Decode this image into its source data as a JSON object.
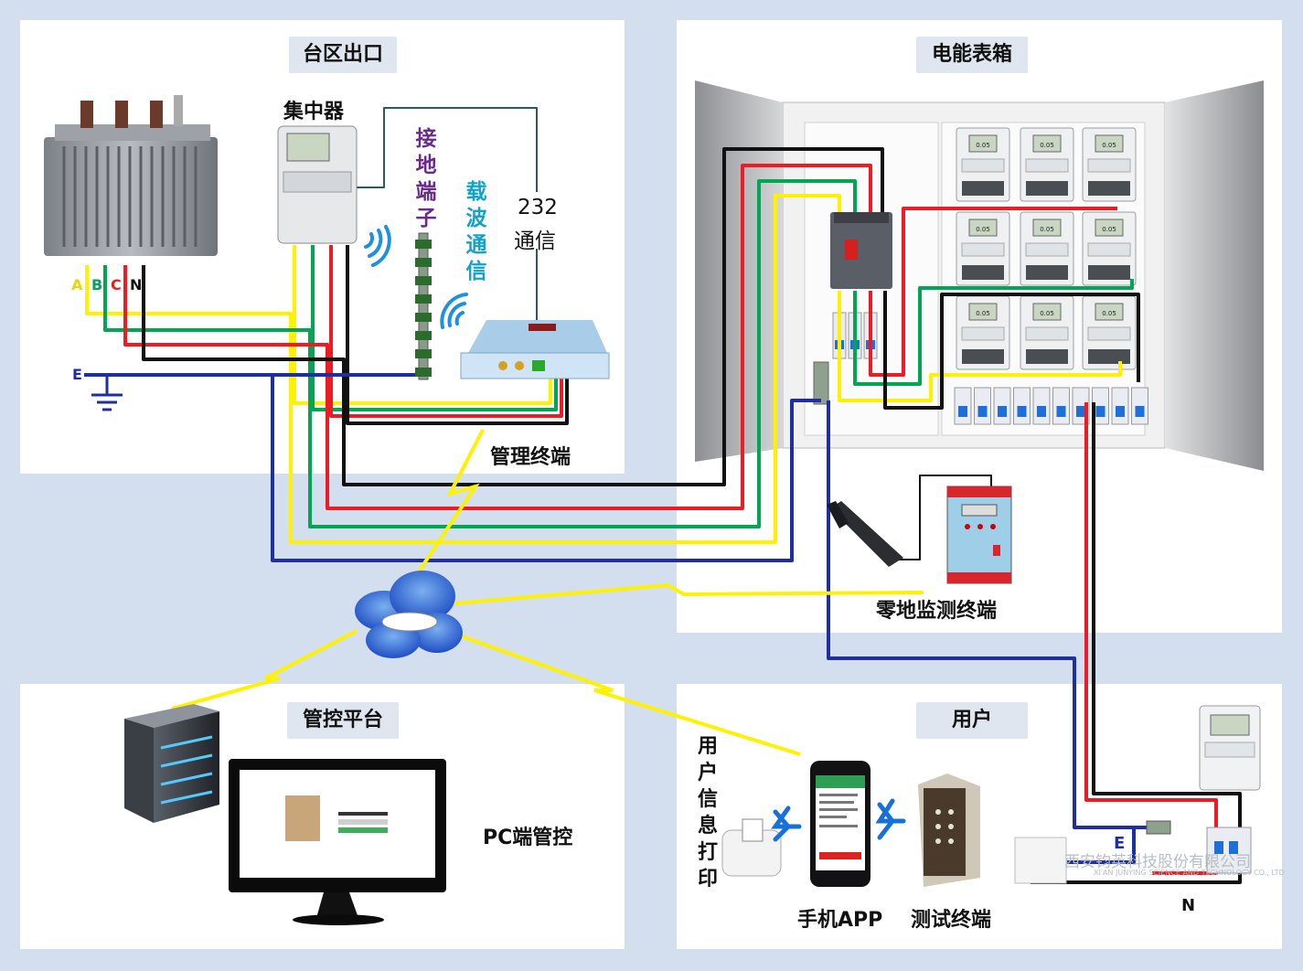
{
  "sections": {
    "taiqu": "台区出口",
    "meter_box": "电能表箱",
    "platform": "管控平台",
    "user": "用户"
  },
  "labels": {
    "concentrator": "集中器",
    "ground_terminal": "接地端子",
    "carrier": "载波通信",
    "rs232_num": "232",
    "rs232_text": "通信",
    "mgmt_terminal": "管理终端",
    "zero_ground_monitor": "零地监测终端",
    "pc_control": "PC端管控",
    "user_info_print": "用户信息打印",
    "phone_app": "手机APP",
    "test_terminal": "测试终端"
  },
  "phases": {
    "a": "A",
    "b": "B",
    "c": "C",
    "n": "N",
    "e": "E"
  },
  "user_wires": {
    "e": "E",
    "n": "N"
  },
  "watermark": {
    "cn": "西安钧英科技股份有限公司",
    "en": "XI'AN JUNYING SCIENCE AND TECHNOLOGY CO., LTD"
  },
  "meter_reading": "0.05",
  "colors": {
    "yellow": "#fff200",
    "green": "#00a651",
    "red": "#ed1c24",
    "black": "#111111",
    "blue": "#1f2fa3",
    "panel": "#ffffff",
    "background": "#d3deef"
  }
}
